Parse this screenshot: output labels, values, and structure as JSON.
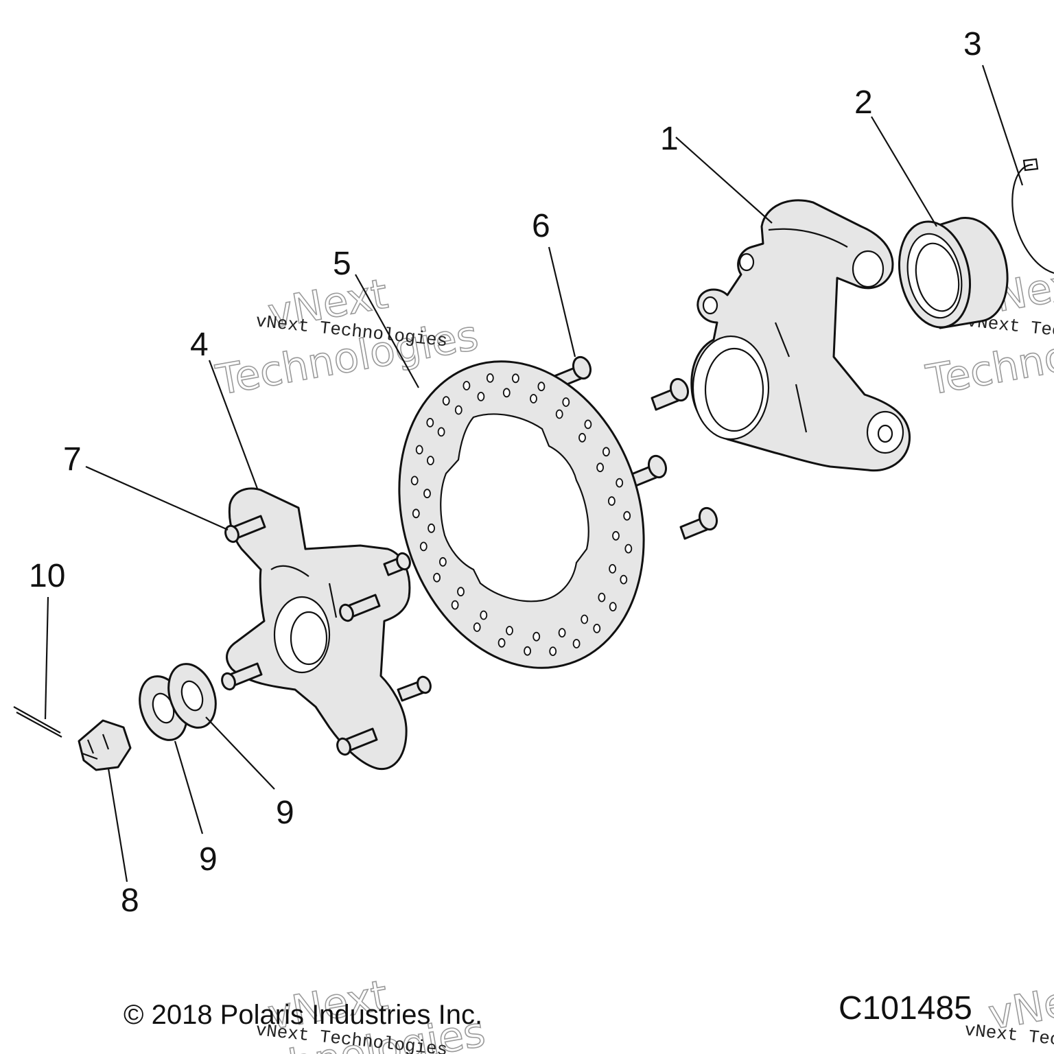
{
  "diagram": {
    "callouts": [
      {
        "id": "1",
        "label": "1"
      },
      {
        "id": "2",
        "label": "2"
      },
      {
        "id": "3",
        "label": "3"
      },
      {
        "id": "4",
        "label": "4"
      },
      {
        "id": "5",
        "label": "5"
      },
      {
        "id": "6",
        "label": "6"
      },
      {
        "id": "7",
        "label": "7"
      },
      {
        "id": "8",
        "label": "8"
      },
      {
        "id": "9a",
        "label": "9"
      },
      {
        "id": "9b",
        "label": "9"
      },
      {
        "id": "10",
        "label": "10"
      }
    ],
    "parts": [
      {
        "id": "1",
        "name": "knuckle-housing"
      },
      {
        "id": "2",
        "name": "wheel-bearing"
      },
      {
        "id": "3",
        "name": "retaining-ring"
      },
      {
        "id": "4",
        "name": "wheel-hub"
      },
      {
        "id": "5",
        "name": "brake-disc"
      },
      {
        "id": "6",
        "name": "rivet-bolt"
      },
      {
        "id": "7",
        "name": "wheel-stud"
      },
      {
        "id": "8",
        "name": "castle-nut"
      },
      {
        "id": "9",
        "name": "washer"
      },
      {
        "id": "10",
        "name": "cotter-pin"
      }
    ]
  },
  "watermark": {
    "brand_line1": "vNext",
    "brand_line2": "Technologies",
    "caption": "vNext Technologies"
  },
  "footer": {
    "copyright": "© 2018 Polaris Industries Inc.",
    "figure_code": "C101485"
  }
}
